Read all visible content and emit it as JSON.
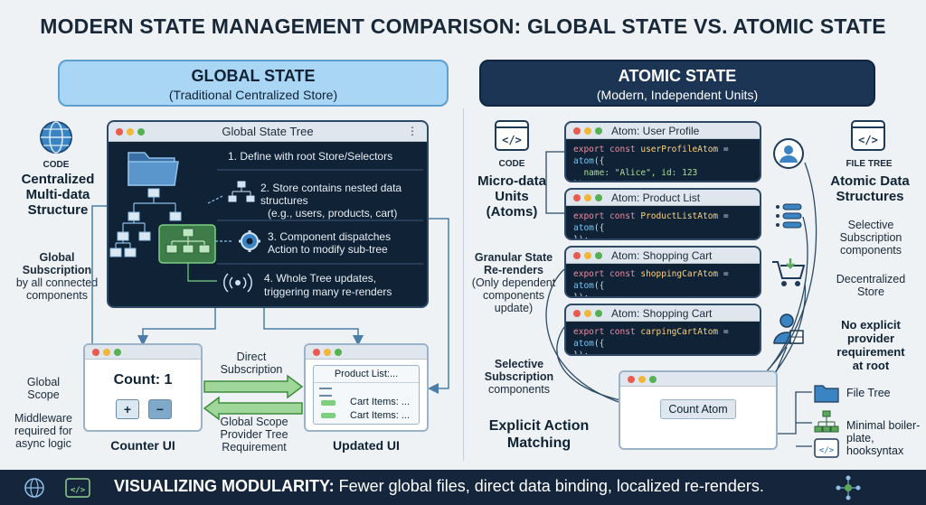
{
  "title": "MODERN STATE MANAGEMENT COMPARISON: GLOBAL STATE VS. ATOMIC STATE",
  "global": {
    "banner_title": "GLOBAL STATE",
    "banner_sub": "(Traditional Centralized Store)",
    "code_label": "CODE",
    "structure_label": "Centralized Multi-data Structure",
    "subscription_bold": "Global Subscription",
    "subscription_rest": "by all connected components",
    "scope": "Global Scope",
    "middleware": "Middleware required for async logic",
    "tree_window_title": "Global State Tree",
    "steps": [
      "1. Define with root Store/Selectors",
      "2. Store contains nested data structures",
      "(e.g., users, products, cart)",
      "3. Component dispatches",
      "Action to modify sub-tree",
      "4. Whole Tree updates,",
      "triggering many re-renders"
    ],
    "counter_title": "Count: 1",
    "plus": "+",
    "minus": "−",
    "counter_label": "Counter UI",
    "direct_sub": "Direct Subscription",
    "provider": "Global Scope Provider Tree Requirement",
    "product_list": "Product List:...",
    "cart_items_1": "Cart Items: ...",
    "cart_items_2": "Cart Items: ...",
    "updated_label": "Updated UI"
  },
  "atomic": {
    "banner_title": "ATOMIC STATE",
    "banner_sub": "(Modern, Independent Units)",
    "code_label": "CODE",
    "micro_label": "Micro-data Units (Atoms)",
    "granular_bold": "Granular State Re-renders",
    "granular_rest": "(Only dependent components update)",
    "selective_bold": "Selective Subscription",
    "selective_rest": "components",
    "explicit": "Explicit Action Matching",
    "file_tree_label": "FILE TREE",
    "atomic_structures": "Atomic Data Structures",
    "selective_sub": "Selective Subscription components",
    "decentralized": "Decentralized Store",
    "no_provider": "No explicit provider requirement at root",
    "atoms": [
      {
        "title": "Atom: User Profile",
        "line1_kw": "export const ",
        "line1_var": "userProfileAtom",
        "line1_rest": " = ",
        "line1_fn": "atom",
        "line1_end": "({",
        "line2": "  name: \"Alice\", id: 123",
        "line3": "});"
      },
      {
        "title": "Atom: Product List",
        "line1_kw": "export const ",
        "line1_var": "ProductListAtom",
        "line1_rest": " = ",
        "line1_fn": "atom",
        "line1_end": "({",
        "line3": "});"
      },
      {
        "title": "Atom: Shopping Cart",
        "line1_kw": "export const ",
        "line1_var": "shoppingCarAtom",
        "line1_rest": " = ",
        "line1_fn": "atom",
        "line1_end": "({",
        "line3": "});"
      },
      {
        "title": "Atom: Shopping Cart",
        "line1_kw": "export const ",
        "line1_var": "carpingCartAtom",
        "line1_rest": " = ",
        "line1_fn": "atom",
        "line1_end": "({",
        "line3": "});"
      }
    ],
    "count_atom": "Count Atom",
    "file_tree": "File Tree",
    "minimal": "Minimal boiler-plate, hooksyntax"
  },
  "footer": {
    "bold": "VISUALIZING MODULARITY:",
    "rest": " Fewer global files, direct data binding, localized re-renders."
  },
  "colors": {
    "accent_light": "#a9d6f5",
    "accent_dark": "#1c3554",
    "green": "#5aa85a"
  }
}
